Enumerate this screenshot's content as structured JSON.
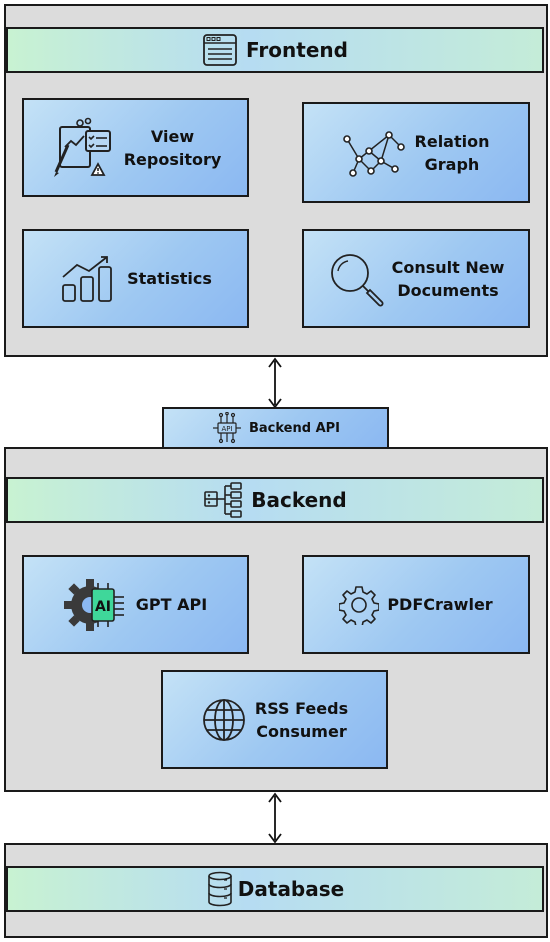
{
  "frontend": {
    "title": "Frontend",
    "title_icon": "browser-window-icon",
    "modules": {
      "view_repository": {
        "line1": "View",
        "line2": "Repository",
        "icon": "checklist-document-icon"
      },
      "relation_graph": {
        "line1": "Relation",
        "line2": "Graph",
        "icon": "network-graph-icon"
      },
      "statistics": {
        "line1": "Statistics",
        "icon": "bar-chart-trend-icon"
      },
      "consult_new_documents": {
        "line1": "Consult New",
        "line2": "Documents",
        "icon": "magnifier-icon"
      }
    }
  },
  "backend_api": {
    "label": "Backend API",
    "icon": "api-chip-icon"
  },
  "backend": {
    "title": "Backend",
    "title_icon": "server-tree-icon",
    "modules": {
      "gpt_api": {
        "line1": "GPT API",
        "icon": "ai-gear-chip-icon",
        "icon_text": "AI"
      },
      "pdf_crawler": {
        "line1": "PDFCrawler",
        "icon": "gear-icon"
      },
      "rss_feeds_consumer": {
        "line1": "RSS Feeds",
        "line2": "Consumer",
        "icon": "globe-icon"
      }
    }
  },
  "database": {
    "title": "Database",
    "icon": "database-cylinder-icon"
  },
  "colors": {
    "panel_fill": "#dcdcdc",
    "header_gradient": [
      "#c8f2d2",
      "#b6dcf2"
    ],
    "module_gradient": [
      "#c4e2f6",
      "#8bb8f2"
    ],
    "stroke": "#1a1a1a",
    "ai_chip": "#3fd79a"
  }
}
